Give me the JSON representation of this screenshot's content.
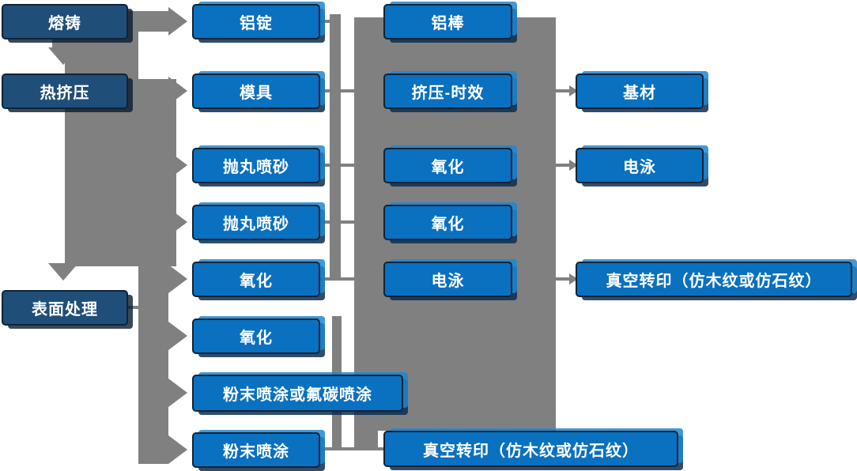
{
  "diagram_title": "",
  "colors": {
    "box_blue": "#0a70c0",
    "box_navy": "#1f4e79",
    "box_border": "#0d2438",
    "connector_gray": "#808080",
    "text": "#ffffff"
  },
  "columns": {
    "c1": [
      {
        "label": "熔铸"
      },
      {
        "label": "热挤压"
      },
      {
        "label": "表面处理"
      }
    ],
    "c2": [
      {
        "label": "铝锭"
      },
      {
        "label": "模具"
      },
      {
        "label": "抛丸喷砂"
      },
      {
        "label": "抛丸喷砂"
      },
      {
        "label": "氧化"
      },
      {
        "label": "氧化"
      },
      {
        "label": "粉末喷涂或氟碳喷涂"
      },
      {
        "label": "粉末喷涂"
      }
    ],
    "c3": [
      {
        "label": "铝棒"
      },
      {
        "label": "挤压-时效"
      },
      {
        "label": "氧化"
      },
      {
        "label": "氧化"
      },
      {
        "label": "电泳"
      },
      {
        "label": "真空转印（仿木纹或仿石纹）"
      }
    ],
    "c4": [
      {
        "label": "基材"
      },
      {
        "label": "电泳"
      },
      {
        "label": "真空转印（仿木纹或仿石纹）"
      }
    ]
  },
  "edges": [
    {
      "from": "熔铸",
      "to": "铝锭"
    },
    {
      "from": "熔铸",
      "to": "热挤压"
    },
    {
      "from": "热挤压",
      "to": "模具"
    },
    {
      "from": "热挤压",
      "to": "抛丸喷砂"
    },
    {
      "from": "热挤压",
      "to": "抛丸喷砂"
    },
    {
      "from": "热挤压",
      "to": "表面处理"
    },
    {
      "from": "表面处理",
      "to": "氧化"
    },
    {
      "from": "表面处理",
      "to": "氧化"
    },
    {
      "from": "表面处理",
      "to": "粉末喷涂或氟碳喷涂"
    },
    {
      "from": "表面处理",
      "to": "粉末喷涂"
    },
    {
      "from": "挤压-时效",
      "to": "基材"
    },
    {
      "from": "氧化",
      "to": "电泳"
    },
    {
      "from": "电泳",
      "to": "真空转印（仿木纹或仿石纹）"
    },
    {
      "from": "粉末喷涂",
      "to": "真空转印（仿木纹或仿石纹）"
    }
  ]
}
